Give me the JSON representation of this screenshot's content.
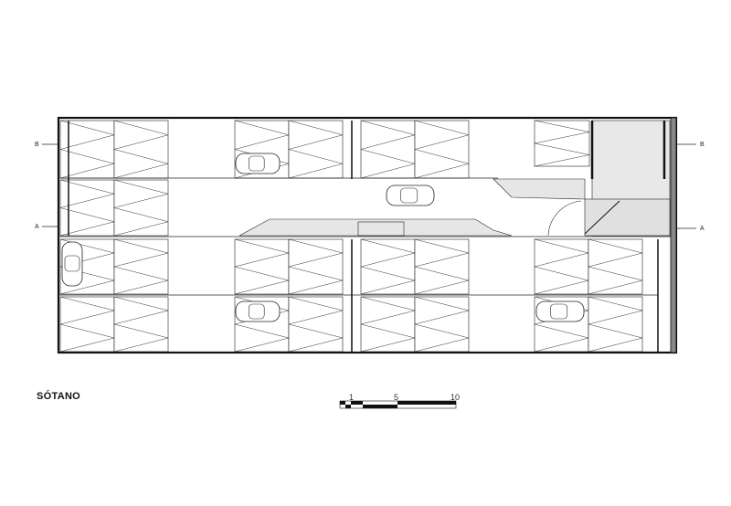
{
  "drawing": {
    "title": "SÓTANO",
    "section_marks": {
      "b_left": "B",
      "b_right": "B",
      "a_left": "A",
      "a_right": "A"
    },
    "scale_bar": {
      "labels": [
        "1",
        "5",
        "10"
      ]
    }
  },
  "colors": {
    "line": "#222222",
    "fill_circulation": "#e6e6e6",
    "wall": "#111111"
  }
}
